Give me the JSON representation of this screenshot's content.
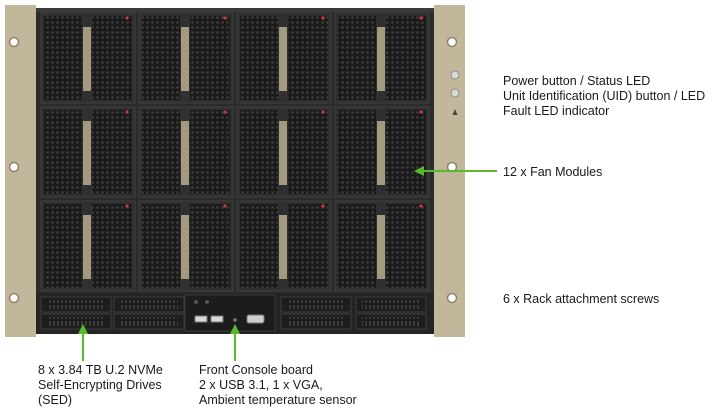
{
  "callouts": {
    "power_button": "Power button / Status LED",
    "uid_button": "Unit Identification (UID) button / LED",
    "fault_led": "Fault LED indicator",
    "fan_modules": "12 x Fan Modules",
    "rack_screws": "6 x Rack attachment screws",
    "drives_line1": "8 x 3.84 TB U.2 NVMe",
    "drives_line2": "Self-Encrypting Drives",
    "drives_line3": "(SED)",
    "console_line1": "Front Console board",
    "console_line2": "2 x USB 3.1, 1 x VGA,",
    "console_line3": "Ambient temperature sensor"
  },
  "colors": {
    "arrow": "#5ab82e",
    "chassis": "#2b2b2b",
    "rack_ears": "#c2b79a",
    "fan_grille": "#161616",
    "drive_bay": "#1e1e1e"
  },
  "hardware": {
    "fan_module_count": 12,
    "drive_bay_count": 8,
    "usb_port_count": 2,
    "vga_port_count": 1,
    "rack_screw_count": 6
  }
}
